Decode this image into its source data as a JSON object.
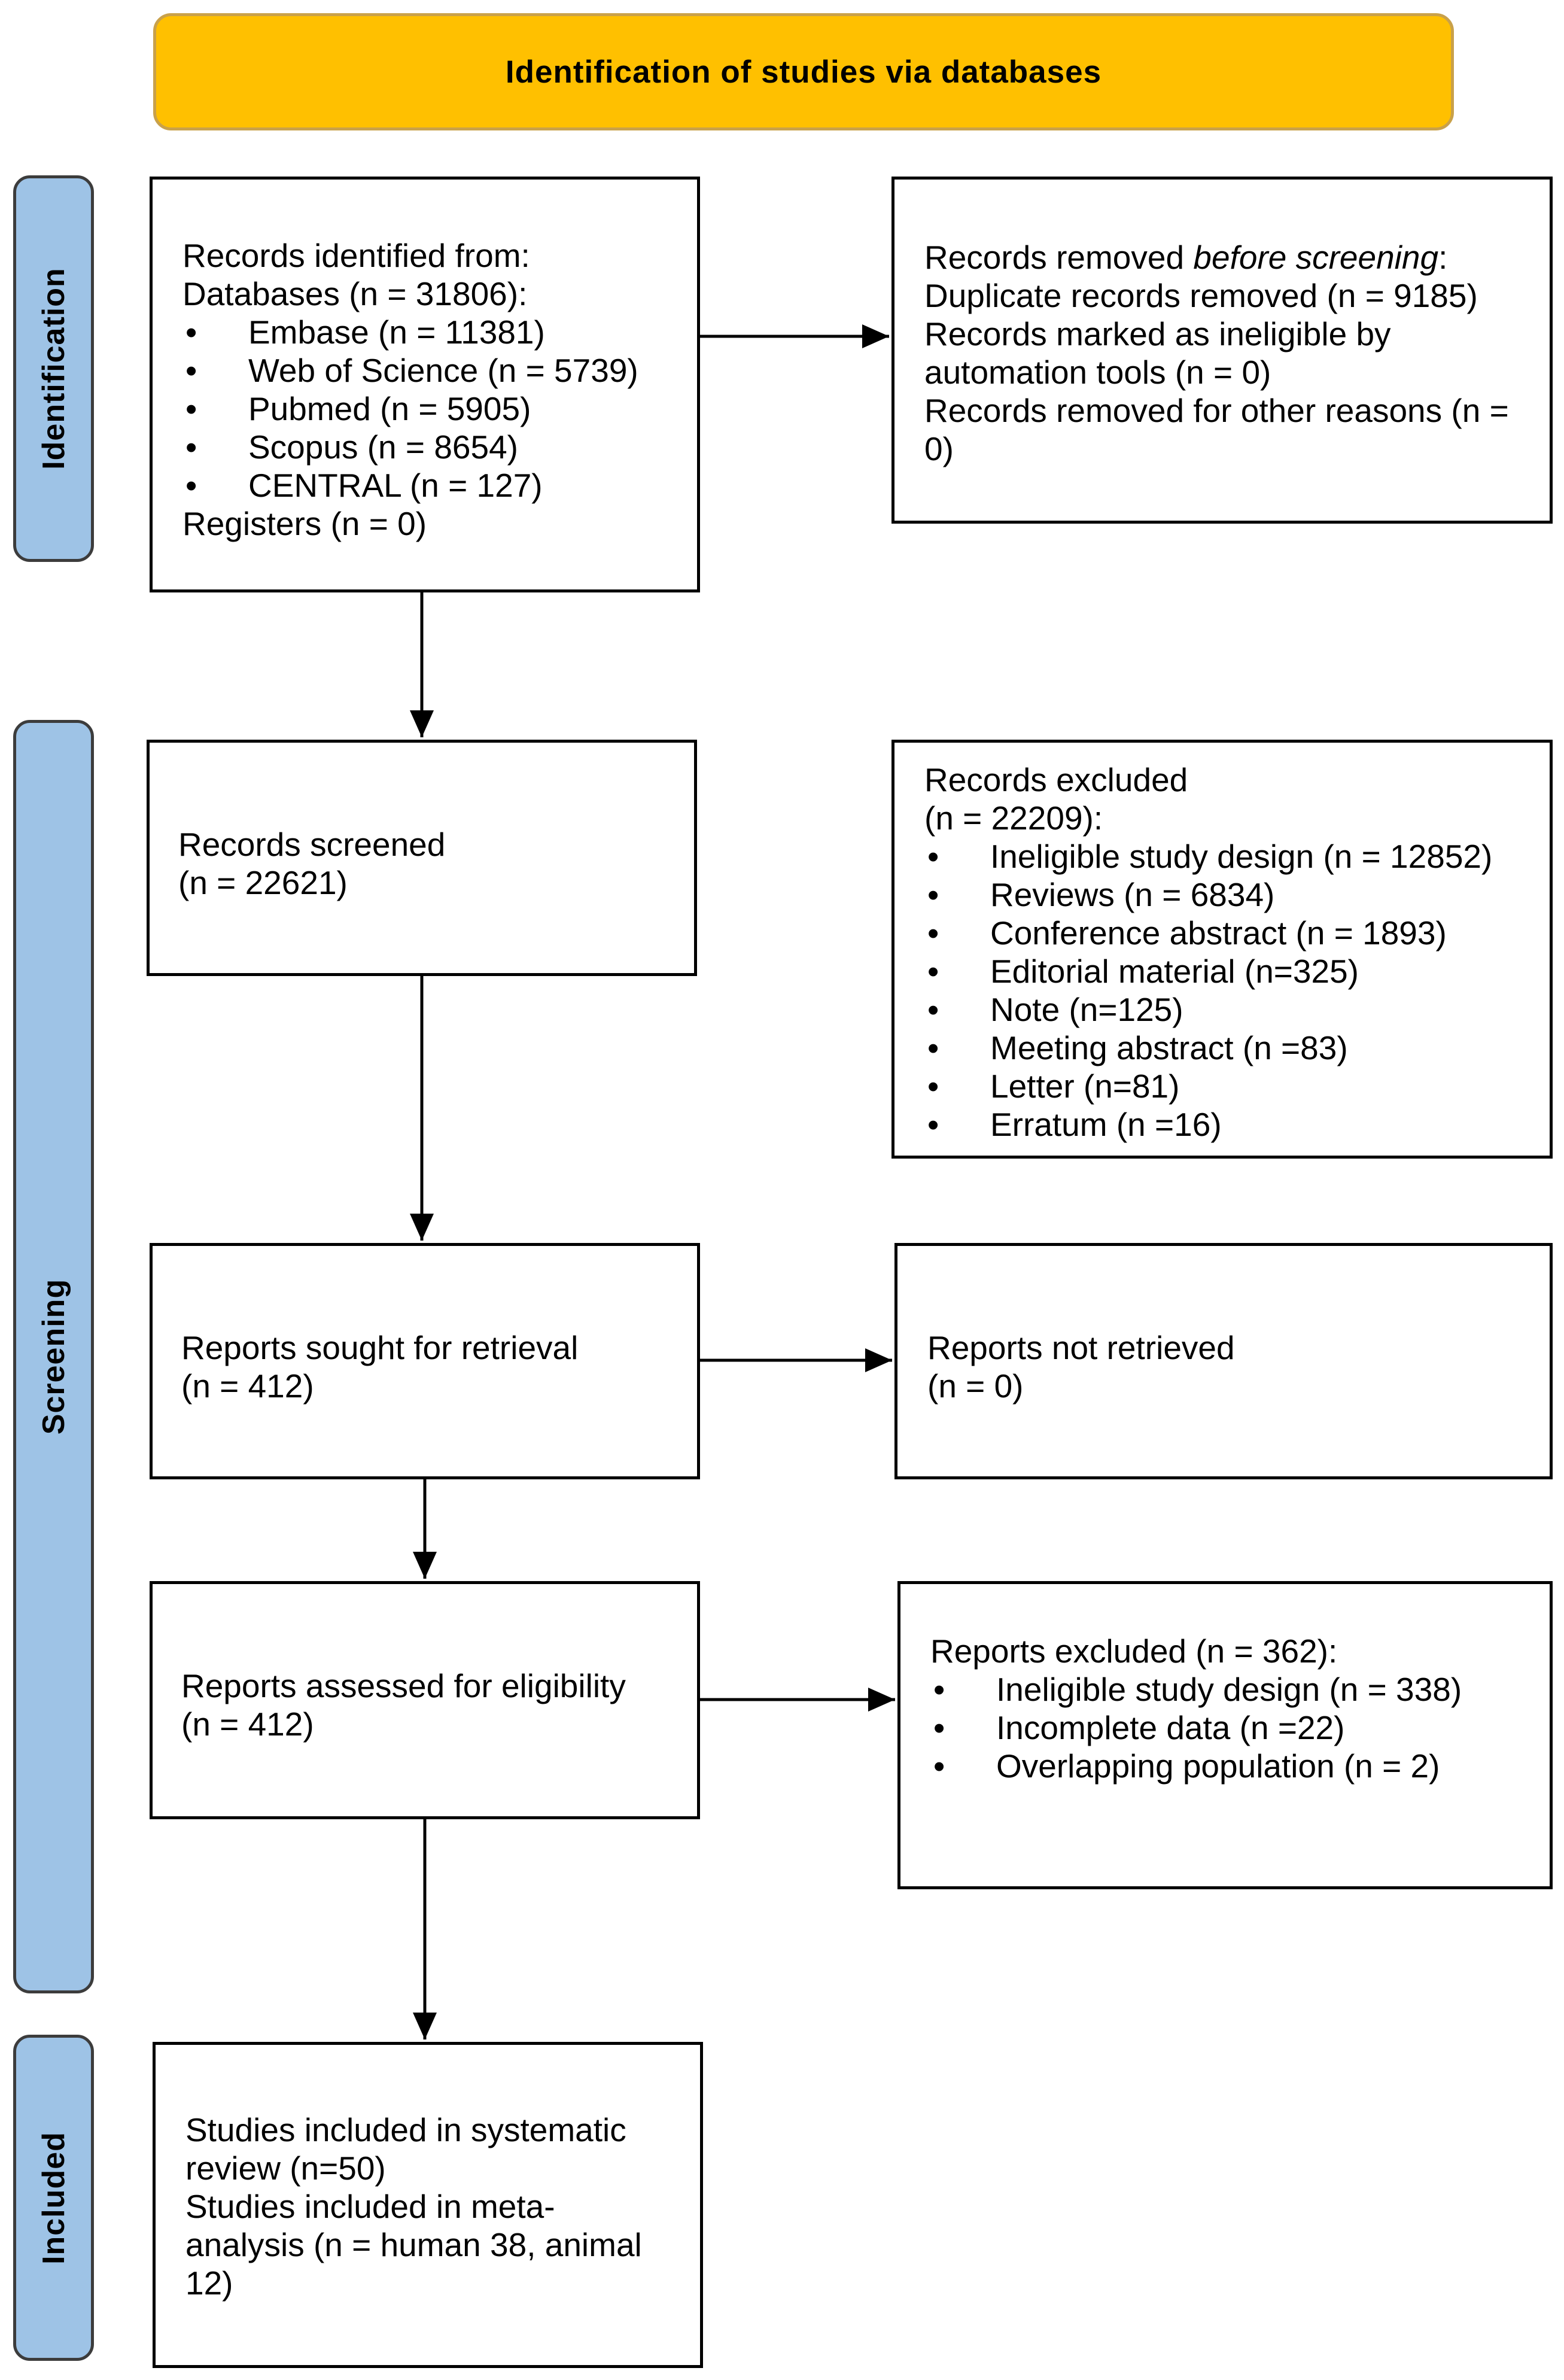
{
  "header": {
    "title": "Identification of studies via databases"
  },
  "phases": {
    "identification": "Identification",
    "screening": "Screening",
    "included": "Included"
  },
  "identified": {
    "line1": "Records identified from:",
    "line2": "Databases (n = 31806):",
    "databases": [
      "Embase (n = 11381)",
      "Web of Science (n = 5739)",
      "Pubmed (n = 5905)",
      "Scopus (n = 8654)",
      "CENTRAL (n = 127)"
    ],
    "registers": "Registers (n = 0)"
  },
  "removed": {
    "prefix": "Records removed ",
    "emph": "before screening",
    "suffix": ":",
    "lines": [
      "Duplicate records removed (n = 9185)",
      "Records marked as ineligible by",
      "automation tools (n = 0)",
      "Records removed for other reasons (n =",
      "0)"
    ]
  },
  "screened": {
    "line1": "Records screened",
    "line2": "(n = 22621)"
  },
  "excluded_records": {
    "line1": "Records excluded",
    "line2": "(n = 22209):",
    "items": [
      "Ineligible study design (n = 12852)",
      "Reviews (n = 6834)",
      "Conference abstract (n = 1893)",
      "Editorial material (n=325)",
      "Note (n=125)",
      "Meeting abstract (n =83)",
      "Letter (n=81)",
      "Erratum (n =16)"
    ]
  },
  "sought": {
    "line1": "Reports sought for retrieval",
    "line2": "(n = 412)"
  },
  "not_retrieved": {
    "line1": "Reports not retrieved",
    "line2": "(n = 0)"
  },
  "assessed": {
    "line1": "Reports assessed for eligibility",
    "line2": "(n = 412)"
  },
  "excluded_reports": {
    "line1": "Reports excluded (n = 362):",
    "items": [
      "Ineligible study design (n = 338)",
      "Incomplete data (n =22)",
      "Overlapping population (n = 2)"
    ]
  },
  "included": {
    "lines": [
      "Studies included in systematic",
      "review (n=50)",
      "Studies included in meta-",
      "analysis (n = human 38, animal",
      "12)"
    ]
  }
}
